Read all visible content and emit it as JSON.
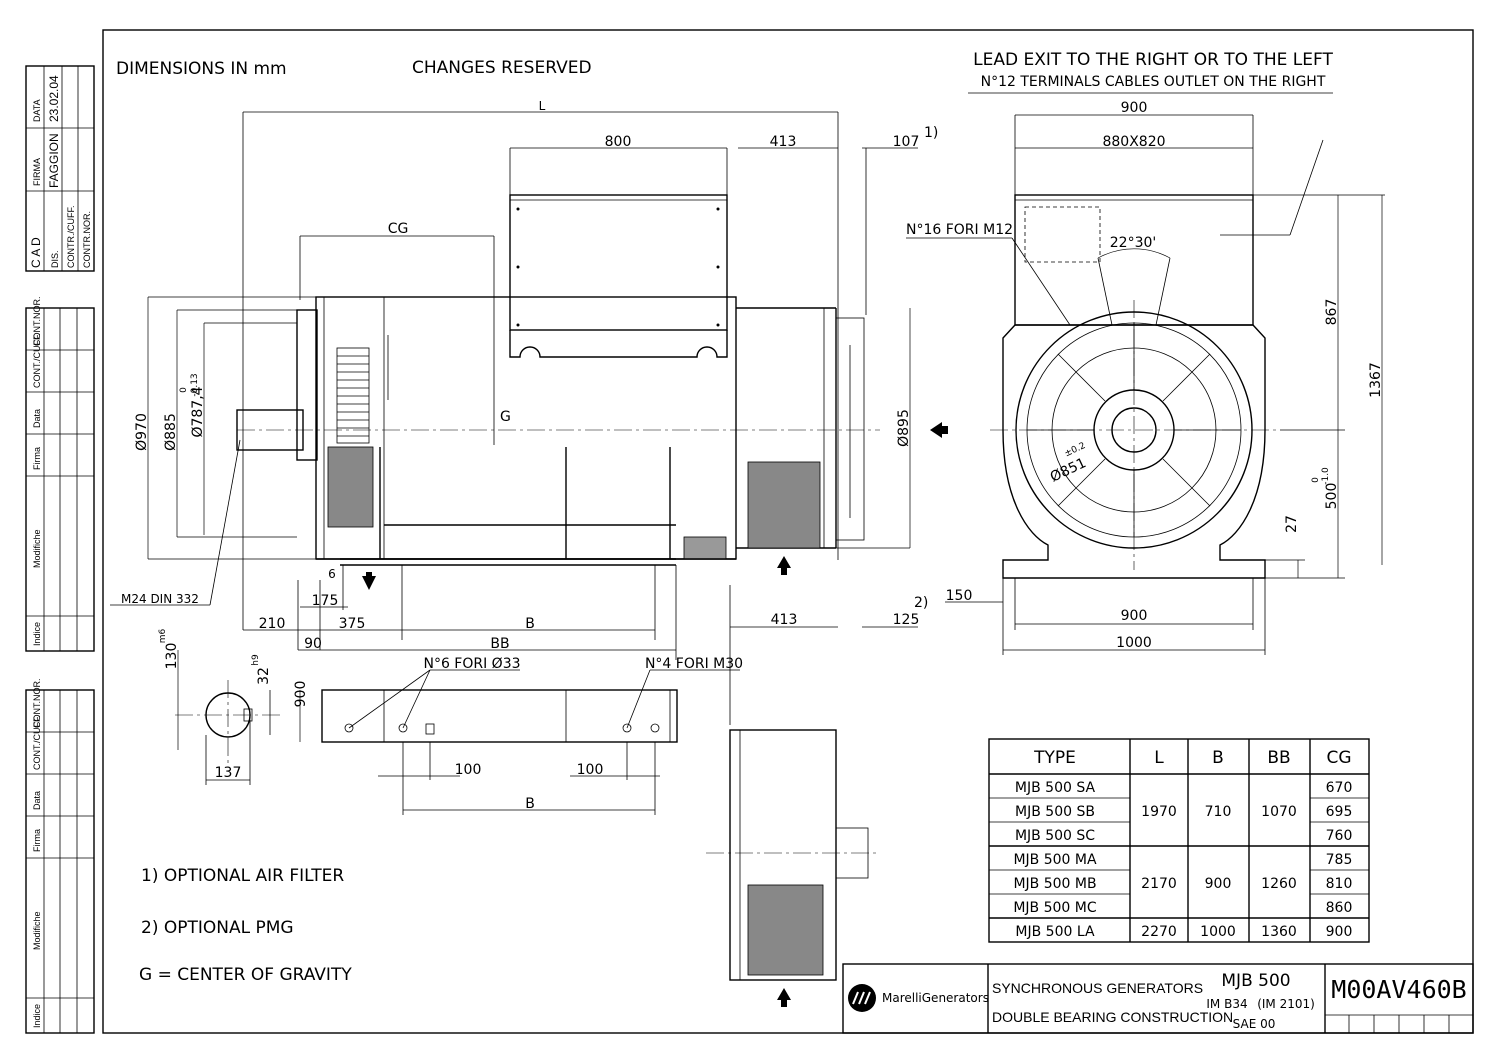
{
  "header": {
    "dimensions": "DIMENSIONS IN mm",
    "changes": "CHANGES RESERVED",
    "lead_exit_1": "LEAD EXIT TO THE RIGHT OR TO THE LEFT",
    "lead_exit_2": "N°12 TERMINALS CABLES OUTLET ON THE RIGHT"
  },
  "side_view": {
    "L": "L",
    "d800": "800",
    "d413": "413",
    "d107": "107",
    "note1": "1)",
    "CG": "CG",
    "G": "G",
    "d970": "Ø970",
    "d885": "Ø885",
    "d787": "Ø787,4",
    "tol787a": "0",
    "tol787b": "-0.13",
    "d895": "Ø895",
    "m24": "M24 DIN 332",
    "d6": "6",
    "d175": "175",
    "d210": "210",
    "d375": "375",
    "B": "B",
    "d90": "90",
    "BB": "BB",
    "d413b": "413",
    "d125": "125",
    "note2": "2)"
  },
  "front_view": {
    "d900top": "900",
    "d880": "880X820",
    "fori16": "N°16 FORI M12",
    "ang": "22°30'",
    "d851": "Ø851",
    "tol851": "±0.2",
    "d867": "867",
    "d1367": "1367",
    "d500": "500",
    "tol500a": "0",
    "tol500b": "-1.0",
    "d27": "27",
    "d150": "150",
    "d900bot": "900",
    "d1000": "1000"
  },
  "shaft": {
    "d130": "130",
    "tol130": "m6",
    "d32": "32",
    "tol32": "h9",
    "d137": "137"
  },
  "foot": {
    "d900": "900",
    "fori6": "N°6 FORI Ø33",
    "fori4": "N°4 FORI M30",
    "d100a": "100",
    "d100b": "100",
    "B": "B"
  },
  "notes": {
    "n1": "1) OPTIONAL AIR FILTER",
    "n2": "2) OPTIONAL PMG",
    "n3": "G = CENTER OF GRAVITY"
  },
  "table": {
    "headers": [
      "TYPE",
      "L",
      "B",
      "BB",
      "CG"
    ],
    "types": [
      "MJB 500 SA",
      "MJB 500 SB",
      "MJB 500 SC",
      "MJB 500 MA",
      "MJB 500 MB",
      "MJB 500 MC",
      "MJB 500 LA"
    ],
    "cg": [
      "670",
      "695",
      "760",
      "785",
      "810",
      "860",
      "900"
    ],
    "group1": {
      "L": "1970",
      "B": "710",
      "BB": "1070"
    },
    "group2": {
      "L": "2170",
      "B": "900",
      "BB": "1260"
    },
    "group3": {
      "L": "2270",
      "B": "1000",
      "BB": "1360"
    }
  },
  "title_block": {
    "brand": "MarelliGenerators",
    "line1": "SYNCHRONOUS GENERATORS",
    "line2": "DOUBLE BEARING CONSTRUCTION",
    "model": "MJB 500",
    "im": "IM B34",
    "im2": "(IM 2101)",
    "sae": "SAE 00",
    "drawing_no": "M00AV460B"
  },
  "left_strip": {
    "cad": "C A D",
    "dis": "DIS.",
    "contr1": "CONTR./CUFF.",
    "contr2": "CONTR.NOR.",
    "firma": "FIRMA",
    "faggion": "FAGGION",
    "data": "DATA",
    "date": "23.02.04",
    "r_contnor": "CONT.NOR.",
    "r_contcuff": "CONT./CUFF.",
    "r_data": "Data",
    "r_firma": "Firma",
    "r_modifiche": "Modifiche",
    "r_indice": "Indice"
  }
}
